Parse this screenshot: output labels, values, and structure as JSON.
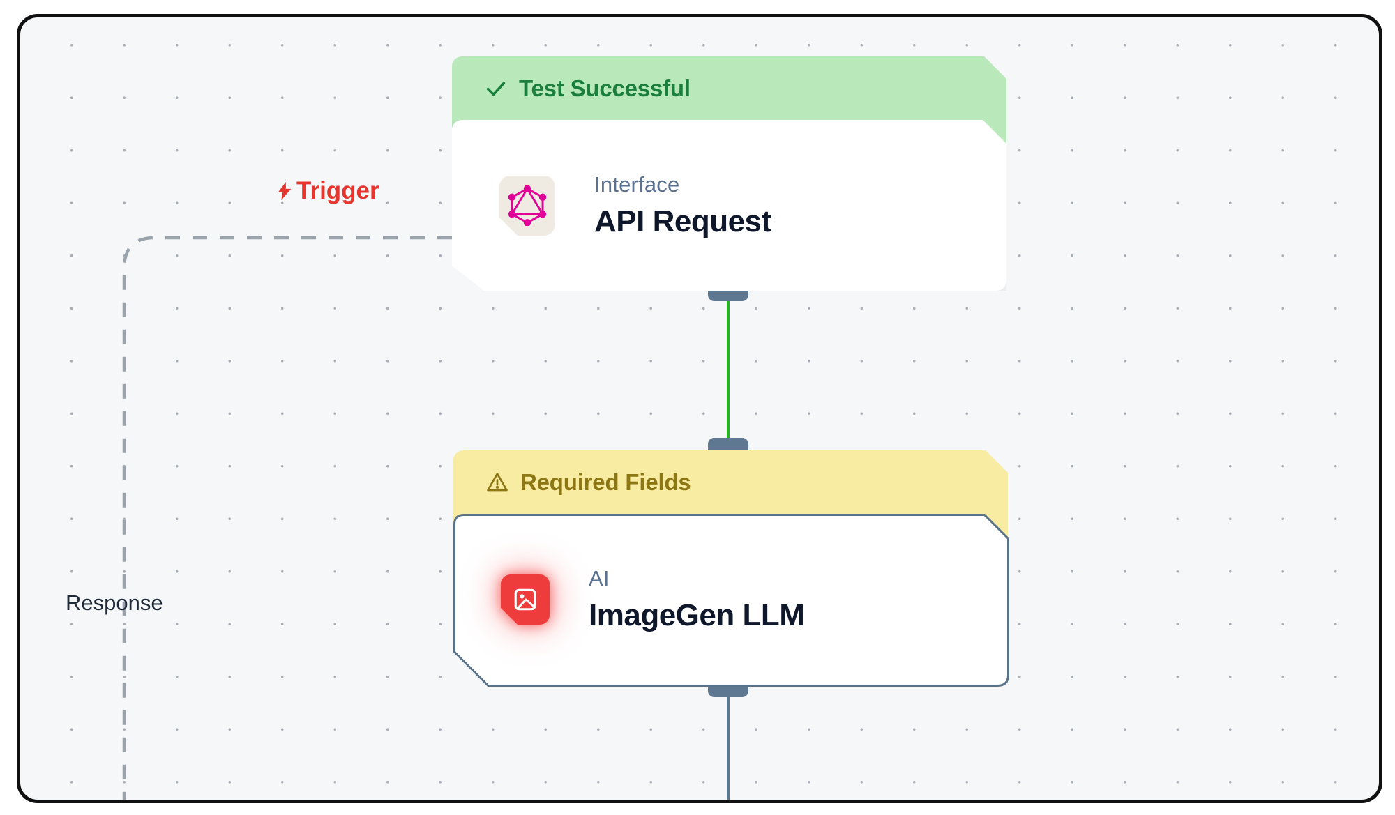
{
  "canvas": {
    "background": "#f5f7f9",
    "dot_color": "#a7aeb6",
    "frame_color": "#101010"
  },
  "edges": {
    "trigger": {
      "label": "Trigger",
      "color": "#e5372e",
      "icon": "lightning-bolt-icon",
      "style": "dashed-gray"
    },
    "response": {
      "label": "Response",
      "color": "#1f2937",
      "style": "dashed-gray"
    },
    "api_to_imagegen": {
      "color": "#25b225",
      "style": "solid-green"
    },
    "imagegen_output": {
      "color": "#5f7891",
      "style": "solid-slate"
    }
  },
  "nodes": [
    {
      "id": "api-request",
      "status_banner": {
        "text": "Test Successful",
        "icon": "check-icon",
        "bg": "#b9e8ba",
        "fg": "#1a7f3c"
      },
      "category": "Interface",
      "title": "API Request",
      "icon": "graphql-icon",
      "icon_color": "#e10098",
      "icon_bg": "#f0ebe2"
    },
    {
      "id": "imagegen-llm",
      "status_banner": {
        "text": "Required Fields",
        "icon": "warning-triangle-icon",
        "bg": "#f8eca3",
        "fg": "#8d7614"
      },
      "category": "AI",
      "title": "ImageGen LLM",
      "icon": "image-icon",
      "icon_color": "#ffffff",
      "icon_bg": "#ee3b3b",
      "selected_border": "#5b7389"
    }
  ]
}
